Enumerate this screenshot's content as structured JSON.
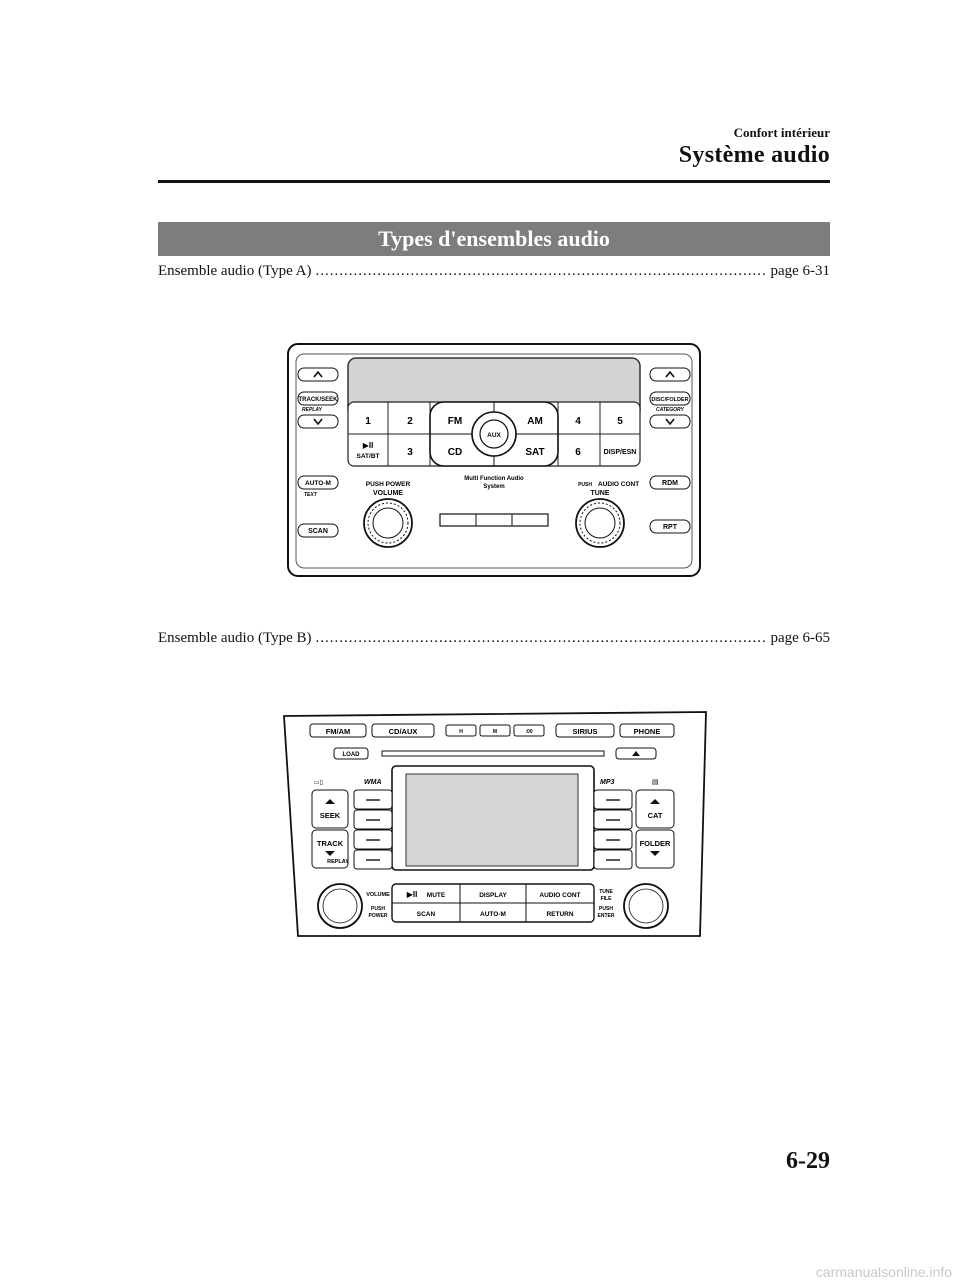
{
  "header": {
    "subtitle": "Confort intérieur",
    "title": "Système audio"
  },
  "banner": "Types d'ensembles audio",
  "entries": [
    {
      "label": "Ensemble audio (Type A)",
      "page": "page 6-31"
    },
    {
      "label": "Ensemble audio (Type B)",
      "page": "page 6-65"
    }
  ],
  "type_a": {
    "track_seek": "TRACK/SEEK",
    "replay": "REPLAY",
    "disc_folder": "DISC/FOLDER",
    "category": "CATEGORY",
    "presets": [
      "1",
      "2",
      "3",
      "4",
      "5",
      "6"
    ],
    "fm": "FM",
    "am": "AM",
    "cd": "CD",
    "sat": "SAT",
    "aux": "AUX",
    "play_pause": "▶II",
    "sat_bt": "SAT/BT",
    "disp_esn": "DISP/ESN",
    "system_line1": "Multi Function Audio",
    "system_line2": "System",
    "auto_m": "AUTO-M",
    "text": "TEXT",
    "push_power": "PUSH POWER",
    "volume": "VOLUME",
    "push": "PUSH",
    "audio_cont": "AUDIO CONT",
    "tune": "TUNE",
    "rdm": "RDM",
    "scan": "SCAN",
    "rpt": "RPT"
  },
  "type_b": {
    "fm_am": "FM/AM",
    "cd_aux": "CD/AUX",
    "h": "H",
    "m": "M",
    "zero": ":00",
    "sirius": "SIRIUS",
    "phone": "PHONE",
    "load": "LOAD",
    "wma": "WMA",
    "mp3": "MP3",
    "seek": "SEEK",
    "track": "TRACK",
    "replay": "REPLAY",
    "cat": "CAT",
    "folder": "FOLDER",
    "volume": "VOLUME",
    "push": "PUSH",
    "power": "POWER",
    "mute": "MUTE",
    "display": "DISPLAY",
    "audio_cont": "AUDIO CONT",
    "scan": "SCAN",
    "auto_m": "AUTO-M",
    "return": "RETURN",
    "tune": "TUNE",
    "file": "FILE",
    "enter": "ENTER"
  },
  "page_number": "6-29",
  "watermark": "carmanualsonline.info"
}
